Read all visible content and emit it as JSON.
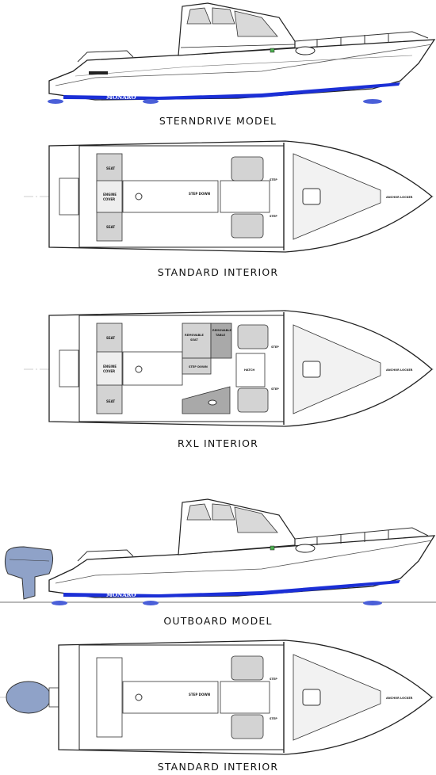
{
  "captions": {
    "sterndrive": "STERNDRIVE MODEL",
    "standard_interior_1": "STANDARD INTERIOR",
    "rxl_interior": "RXL INTERIOR",
    "outboard": "OUTBOARD MODEL",
    "standard_interior_2": "STANDARD INTERIOR"
  },
  "brand": "MONARO",
  "labels": {
    "seat": "SEAT",
    "engine_cover_1": "ENGINE",
    "engine_cover_2": "COVER",
    "step_down": "STEP DOWN",
    "step": "STEP",
    "anchor_locker": "ANCHOR LOCKER",
    "removable_seat_1": "REMOVABLE",
    "removable_seat_2": "SEAT",
    "removable_table_1": "REMOVABLE",
    "removable_table_2": "TABLE",
    "hatch": "HATCH"
  },
  "colors": {
    "stripe_blue": "#1b2fd6",
    "shadow_blue": "#4a5fd8",
    "outboard_motor": "#8fa2c8",
    "seat_grey": "#d3d3d3",
    "dark_grey": "#a9a9a9"
  }
}
